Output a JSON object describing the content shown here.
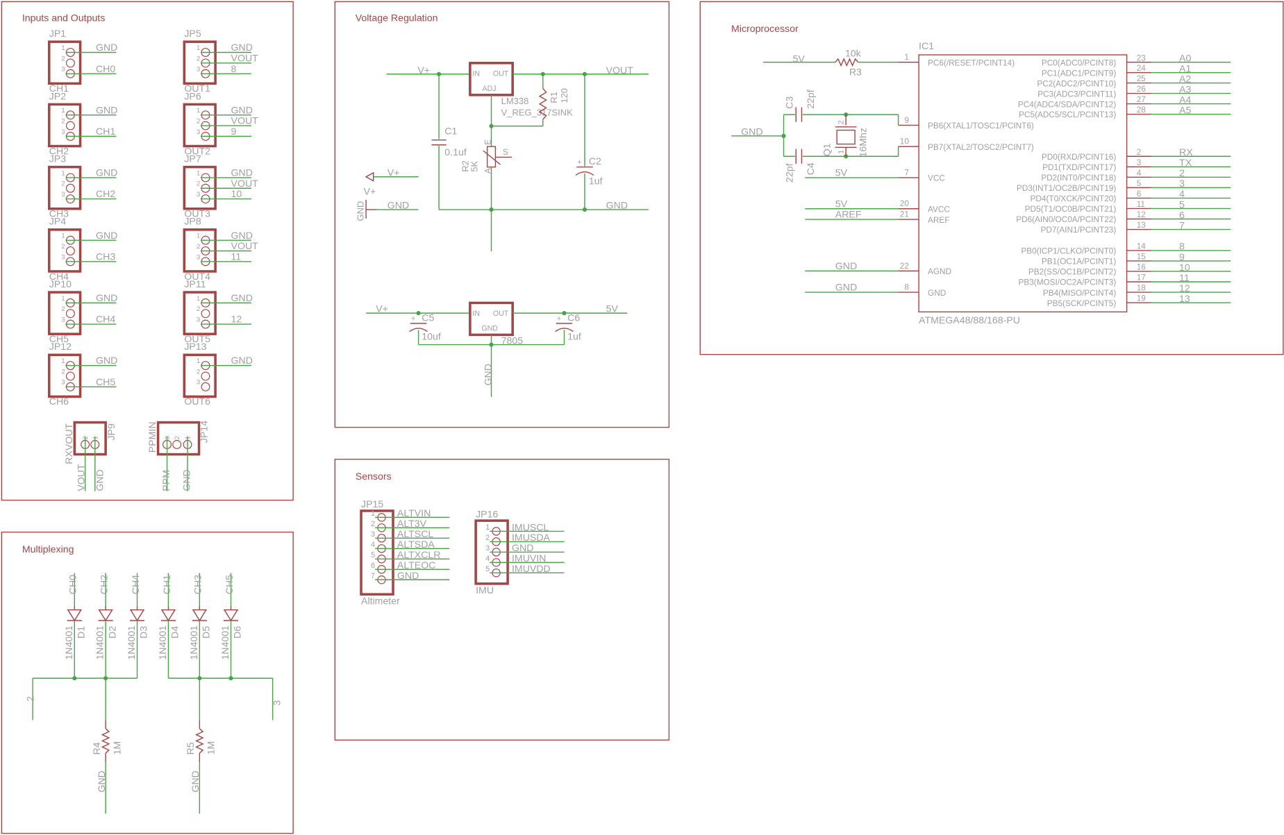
{
  "sections": {
    "io": "Inputs and Outputs",
    "mux": "Multiplexing",
    "vreg": "Voltage Regulation",
    "sensors": "Sensors",
    "micro": "Microprocessor"
  },
  "io": {
    "pin_numbers": [
      "1",
      "2",
      "3"
    ],
    "inputs": [
      {
        "ref": "JP1",
        "value": "CH1",
        "nets": [
          "GND",
          "",
          "CH0"
        ]
      },
      {
        "ref": "JP2",
        "value": "CH2",
        "nets": [
          "GND",
          "",
          "CH1"
        ]
      },
      {
        "ref": "JP3",
        "value": "CH3",
        "nets": [
          "GND",
          "",
          "CH2"
        ]
      },
      {
        "ref": "JP4",
        "value": "CH4",
        "nets": [
          "GND",
          "",
          "CH3"
        ]
      },
      {
        "ref": "JP10",
        "value": "CH5",
        "nets": [
          "GND",
          "",
          "CH4"
        ]
      },
      {
        "ref": "JP12",
        "value": "CH6",
        "nets": [
          "GND",
          "",
          "CH5"
        ]
      }
    ],
    "outputs": [
      {
        "ref": "JP5",
        "value": "OUT1",
        "nets": [
          "GND",
          "VOUT",
          "8"
        ]
      },
      {
        "ref": "JP6",
        "value": "OUT2",
        "nets": [
          "GND",
          "VOUT",
          "9"
        ]
      },
      {
        "ref": "JP7",
        "value": "OUT3",
        "nets": [
          "GND",
          "VOUT",
          "10"
        ]
      },
      {
        "ref": "JP8",
        "value": "OUT4",
        "nets": [
          "GND",
          "VOUT",
          "11"
        ]
      },
      {
        "ref": "JP11",
        "value": "OUT5",
        "nets": [
          "GND",
          "",
          "12"
        ]
      },
      {
        "ref": "JP13",
        "value": "OUT6",
        "nets": [
          "GND",
          "",
          ""
        ]
      }
    ],
    "jp9": {
      "ref": "JP9",
      "value": "RXVOUT",
      "pins": [
        "2",
        "1"
      ],
      "nets": [
        "VOUT",
        "GND"
      ]
    },
    "jp14": {
      "ref": "JP14",
      "value": "PPMIN",
      "pins": [
        "3",
        "2",
        "1"
      ],
      "nets": [
        "PPM",
        "GND"
      ]
    }
  },
  "mux": {
    "diodes": [
      {
        "ref": "D1",
        "value": "1N4001",
        "net": "CH0"
      },
      {
        "ref": "D2",
        "value": "1N4001",
        "net": "CH2"
      },
      {
        "ref": "D3",
        "value": "1N4001",
        "net": "CH4"
      },
      {
        "ref": "D4",
        "value": "1N4001",
        "net": "CH1"
      },
      {
        "ref": "D5",
        "value": "1N4001",
        "net": "CH3"
      },
      {
        "ref": "D6",
        "value": "1N4001",
        "net": "CH5"
      }
    ],
    "resistors": [
      {
        "ref": "R4",
        "value": "1M",
        "net": "GND"
      },
      {
        "ref": "R5",
        "value": "1M",
        "net": "GND"
      }
    ],
    "outputs": [
      "2",
      "3"
    ]
  },
  "vreg": {
    "lm338": {
      "ref": "LM338",
      "value": "V_REG_317SINK",
      "pin_in": "IN",
      "pin_out": "OUT",
      "pin_adj": "ADJ"
    },
    "nets": {
      "vplus": "V+",
      "vout": "VOUT",
      "gnd": "GND"
    },
    "c1": {
      "ref": "C1",
      "value": "0.1uf"
    },
    "c2": {
      "ref": "C2",
      "value": "1uf"
    },
    "r1": {
      "ref": "R1",
      "value": "120"
    },
    "r2": {
      "ref": "R2",
      "value": "5K",
      "pin_e": "E",
      "pin_s": "S",
      "pin_a": "A"
    },
    "supply": {
      "vplus_net": "V+",
      "vplus_symbol": "V+",
      "gnd_symbol": "GND",
      "gnd_net": "GND"
    },
    "reg7805": {
      "ref": "7805",
      "pin_in": "IN",
      "pin_out": "OUT",
      "pin_gnd": "GND"
    },
    "c5": {
      "ref": "C5",
      "value": "10uf"
    },
    "c6": {
      "ref": "C6",
      "value": "1uf"
    },
    "nets2": {
      "vin": "V+",
      "vout": "5V",
      "gnd": "GND"
    },
    "plus": "+"
  },
  "sensors": {
    "jp15": {
      "ref": "JP15",
      "value": "Altimeter",
      "pins": [
        "1",
        "2",
        "3",
        "4",
        "5",
        "6",
        "7"
      ],
      "nets": [
        "ALTVIN",
        "ALT3V",
        "ALTSCL",
        "ALTSDA",
        "ALTXCLR",
        "ALTEOC",
        "GND"
      ]
    },
    "jp16": {
      "ref": "JP16",
      "value": "IMU",
      "pins": [
        "1",
        "2",
        "3",
        "4",
        "5"
      ],
      "nets": [
        "IMUSCL",
        "IMUSDA",
        "GND",
        "IMUVIN",
        "IMUVDD"
      ]
    }
  },
  "micro": {
    "ic": {
      "ref": "IC1",
      "part": "ATMEGA48/88/168-PU"
    },
    "r3": {
      "ref": "R3",
      "value": "10k"
    },
    "c3": {
      "ref": "C3",
      "value": "22pf"
    },
    "c4": {
      "ref": "C4",
      "value": "22pf"
    },
    "q1": {
      "ref": "Q1",
      "value": "16Mhz",
      "pins": [
        "2",
        "1"
      ]
    },
    "gnd_net": "GND",
    "left_pins": [
      {
        "num": "1",
        "name": "PC6(/RESET/PCINT14)",
        "net": "5V"
      },
      {
        "num": "9",
        "name": "PB6(XTAL1/TOSC1/PCINT6)",
        "net": ""
      },
      {
        "num": "10",
        "name": "PB7(XTAL2/TOSC2/PCINT7)",
        "net": ""
      },
      {
        "num": "7",
        "name": "VCC",
        "net": "5V"
      },
      {
        "num": "20",
        "name": "AVCC",
        "net": "5V"
      },
      {
        "num": "21",
        "name": "AREF",
        "net": "AREF"
      },
      {
        "num": "22",
        "name": "AGND",
        "net": "GND"
      },
      {
        "num": "8",
        "name": "GND",
        "net": "GND"
      }
    ],
    "right_pins": [
      {
        "num": "23",
        "name": "PC0(ADC0/PCINT8)",
        "net": "A0"
      },
      {
        "num": "24",
        "name": "PC1(ADC1/PCINT9)",
        "net": "A1"
      },
      {
        "num": "25",
        "name": "PC2(ADC2/PCINT10)",
        "net": "A2"
      },
      {
        "num": "26",
        "name": "PC3(ADC3/PCINT11)",
        "net": "A3"
      },
      {
        "num": "27",
        "name": "PC4(ADC4/SDA/PCINT12)",
        "net": "A4"
      },
      {
        "num": "28",
        "name": "PC5(ADC5/SCL/PCINT13)",
        "net": "A5"
      },
      {
        "num": "2",
        "name": "PD0(RXD/PCINT16)",
        "net": "RX"
      },
      {
        "num": "3",
        "name": "PD1(TXD/PCINT17)",
        "net": "TX"
      },
      {
        "num": "4",
        "name": "PD2(INT0/PCINT18)",
        "net": "2"
      },
      {
        "num": "5",
        "name": "PD3(INT1/OC2B/PCINT19)",
        "net": "3"
      },
      {
        "num": "6",
        "name": "PD4(T0/XCK/PCINT20)",
        "net": "4"
      },
      {
        "num": "11",
        "name": "PD5(T1/OC0B/PCINT21)",
        "net": "5"
      },
      {
        "num": "12",
        "name": "PD6(AIN0/OC0A/PCINT22)",
        "net": "6"
      },
      {
        "num": "13",
        "name": "PD7(AIN1/PCINT23)",
        "net": "7"
      },
      {
        "num": "14",
        "name": "PB0(ICP1/CLKO/PCINT0)",
        "net": "8"
      },
      {
        "num": "15",
        "name": "PB1(OC1A/PCINT1)",
        "net": "9"
      },
      {
        "num": "16",
        "name": "PB2(SS/OC1B/PCINT2)",
        "net": "10"
      },
      {
        "num": "17",
        "name": "PB3(MOSI/OC2A/PCINT3)",
        "net": "11"
      },
      {
        "num": "18",
        "name": "PB4(MISO/PCINT4)",
        "net": "12"
      },
      {
        "num": "19",
        "name": "PB5(SCK/PCINT5)",
        "net": "13"
      }
    ]
  }
}
